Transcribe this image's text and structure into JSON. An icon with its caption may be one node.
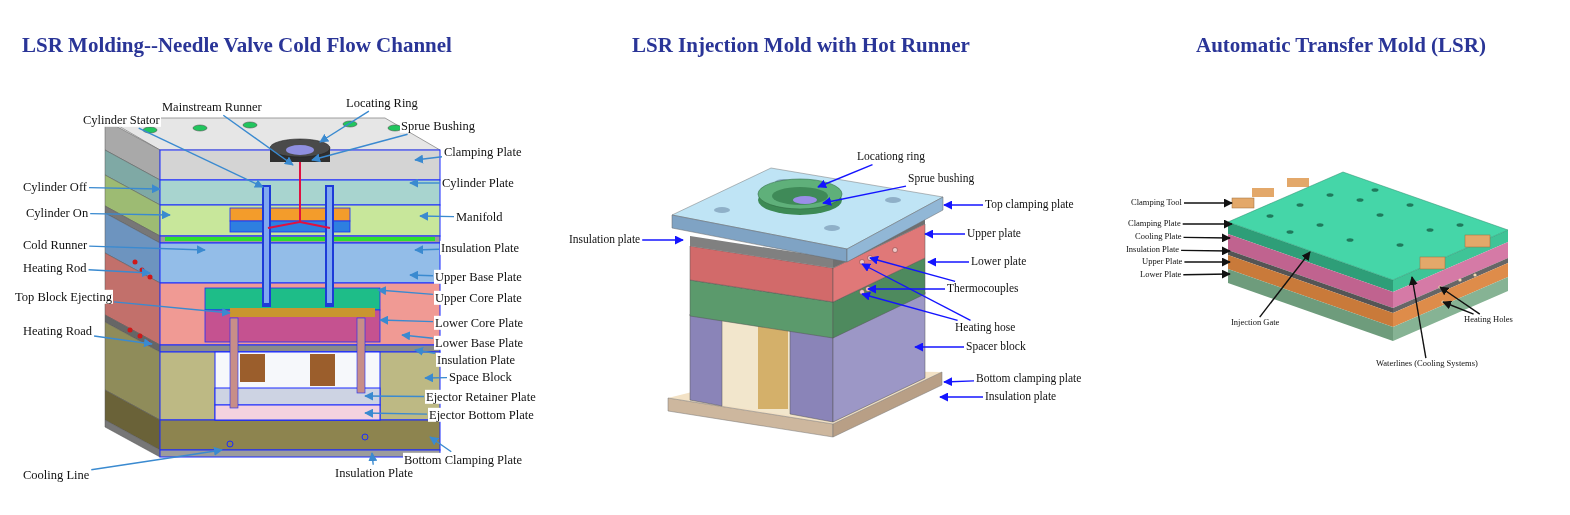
{
  "diagram": {
    "nodes": [
      {
        "text": [
          "Cylinder Stator"
        ]
      },
      {
        "text": [
          "Mainstream Runner"
        ]
      },
      {
        "text": [
          "Locating Ring"
        ]
      },
      {
        "text": [
          "Sprue Bushing"
        ]
      },
      {
        "text": [
          "Clamping Plate"
        ]
      },
      {
        "text": [
          "Cylinder Off"
        ]
      },
      {
        "text": [
          "Cylinder Plate"
        ]
      },
      {
        "text": [
          "Cylinder On"
        ]
      },
      {
        "text": [
          "Manifold"
        ]
      },
      {
        "text": [
          "Cold Runner"
        ]
      },
      {
        "text": [
          "Insulation Plate"
        ]
      },
      {
        "text": [
          "Heating Rod"
        ]
      },
      {
        "text": [
          "Upper Base Plate"
        ]
      },
      {
        "text": [
          "Top Block Ejecting"
        ]
      },
      {
        "text": [
          "Upper Core Plate"
        ]
      },
      {
        "text": [
          "Heating Road"
        ]
      },
      {
        "text": [
          "Lower Core Plate"
        ]
      },
      {
        "text": [
          "Lower Base Plate"
        ]
      },
      {
        "text": [
          "Insulation Plate"
        ]
      },
      {
        "text": [
          "Space Block"
        ]
      },
      {
        "text": [
          "Ejector Retainer Plate"
        ]
      },
      {
        "text": [
          "Ejector Bottom Plate"
        ]
      },
      {
        "text": [
          "Bottom Clamping Plate"
        ]
      },
      {
        "text": [
          "Cooling Line"
        ]
      },
      {
        "text": [
          "Insulation Plate"
        ]
      },
      {
        "text": [
          "Locationg ring"
        ]
      },
      {
        "text": [
          "Sprue bushing"
        ]
      },
      {
        "text": [
          "Top clamping plate"
        ]
      },
      {
        "text": [
          "Insulation plate"
        ]
      },
      {
        "text": [
          "Upper plate"
        ]
      },
      {
        "text": [
          "Lower plate"
        ]
      },
      {
        "text": [
          "Thermocouples"
        ]
      },
      {
        "text": [
          "Heating hose"
        ]
      },
      {
        "text": [
          "Spacer block"
        ]
      },
      {
        "text": [
          "Bottom clamping plate"
        ]
      },
      {
        "text": [
          "Insulation plate"
        ]
      },
      {
        "text": [
          "Clamping Tool"
        ]
      },
      {
        "text": [
          "Clamping Plate"
        ]
      },
      {
        "text": [
          "Cooling Plate"
        ]
      },
      {
        "text": [
          "Insulation Plate"
        ]
      },
      {
        "text": [
          "Upper Plate"
        ]
      },
      {
        "text": [
          "Lower Plate"
        ]
      },
      {
        "text": [
          "Injection Gate"
        ]
      },
      {
        "text": [
          "Heating Holes"
        ]
      },
      {
        "text": [
          "Waterlines (Cooling Systems)"
        ]
      },
      {
        "text": [],
        "shape": "picture"
      },
      {
        "text": [],
        "shape": "picture"
      },
      {
        "text": [],
        "shape": "picture"
      }
    ],
    "edges": [
      {
        "from": 0,
        "to": 45,
        "arrow": "to"
      },
      {
        "from": 1,
        "to": 45,
        "arrow": "to"
      },
      {
        "from": 2,
        "to": 45,
        "arrow": "to"
      },
      {
        "from": 3,
        "to": 45,
        "arrow": "to"
      },
      {
        "from": 4,
        "to": 45,
        "arrow": "to"
      },
      {
        "from": 5,
        "to": 45,
        "arrow": "to"
      },
      {
        "from": 6,
        "to": 45,
        "arrow": "to"
      },
      {
        "from": 7,
        "to": 45,
        "arrow": "to"
      },
      {
        "from": 8,
        "to": 45,
        "arrow": "to"
      },
      {
        "from": 9,
        "to": 45,
        "arrow": "to"
      },
      {
        "from": 10,
        "to": 45,
        "arrow": "to"
      },
      {
        "from": 11,
        "to": 45,
        "arrow": "to"
      },
      {
        "from": 12,
        "to": 45,
        "arrow": "to"
      },
      {
        "from": 13,
        "to": 45,
        "arrow": "to"
      },
      {
        "from": 14,
        "to": 45,
        "arrow": "to"
      },
      {
        "from": 15,
        "to": 45,
        "arrow": "to"
      },
      {
        "from": 16,
        "to": 45,
        "arrow": "to"
      },
      {
        "from": 17,
        "to": 45,
        "arrow": "to"
      },
      {
        "from": 18,
        "to": 45,
        "arrow": "to"
      },
      {
        "from": 19,
        "to": 45,
        "arrow": "to"
      },
      {
        "from": 20,
        "to": 45,
        "arrow": "to"
      },
      {
        "from": 21,
        "to": 45,
        "arrow": "to"
      },
      {
        "from": 22,
        "to": 45,
        "arrow": "to"
      },
      {
        "from": 23,
        "to": 45,
        "arrow": "to"
      },
      {
        "from": 24,
        "to": 45,
        "arrow": "to"
      },
      {
        "from": 25,
        "to": 46,
        "arrow": "to",
        "color": "#1414ff"
      },
      {
        "from": 26,
        "to": 46,
        "arrow": "to",
        "color": "#1414ff"
      },
      {
        "from": 27,
        "to": 46,
        "arrow": "to",
        "color": "#1414ff"
      },
      {
        "from": 28,
        "to": 46,
        "arrow": "to",
        "color": "#1414ff"
      },
      {
        "from": 29,
        "to": 46,
        "arrow": "to",
        "color": "#1414ff"
      },
      {
        "from": 30,
        "to": 46,
        "arrow": "to",
        "color": "#1414ff"
      },
      {
        "from": 31,
        "to": 46,
        "arrow": "to",
        "color": "#1414ff"
      },
      {
        "from": 31,
        "to": 46,
        "arrow": "to",
        "color": "#1414ff"
      },
      {
        "from": 32,
        "to": 46,
        "arrow": "to",
        "color": "#1414ff"
      },
      {
        "from": 32,
        "to": 46,
        "arrow": "to",
        "color": "#1414ff"
      },
      {
        "from": 33,
        "to": 46,
        "arrow": "to",
        "color": "#1414ff"
      },
      {
        "from": 34,
        "to": 46,
        "arrow": "to",
        "color": "#1414ff"
      },
      {
        "from": 35,
        "to": 46,
        "arrow": "to",
        "color": "#1414ff"
      },
      {
        "from": 36,
        "to": 47,
        "arrow": "to",
        "color": "#111111"
      },
      {
        "from": 37,
        "to": 47,
        "arrow": "to",
        "color": "#111111"
      },
      {
        "from": 38,
        "to": 47,
        "arrow": "to",
        "color": "#111111"
      },
      {
        "from": 39,
        "to": 47,
        "arrow": "to",
        "color": "#111111"
      },
      {
        "from": 40,
        "to": 47,
        "arrow": "to",
        "color": "#111111"
      },
      {
        "from": 41,
        "to": 47,
        "arrow": "to",
        "color": "#111111"
      },
      {
        "from": 42,
        "to": 47,
        "arrow": "to",
        "color": "#111111"
      },
      {
        "from": 43,
        "to": 47,
        "arrow": "to",
        "color": "#111111"
      },
      {
        "from": 43,
        "to": 47,
        "arrow": "to",
        "color": "#111111"
      },
      {
        "from": 44,
        "to": 47,
        "arrow": "to",
        "color": "#111111"
      }
    ],
    "labels": [
      "LSR Molding--Needle Valve Cold Flow Channel",
      "LSR Injection Mold with Hot Runner",
      "Automatic Transfer Mold (LSR)"
    ]
  }
}
